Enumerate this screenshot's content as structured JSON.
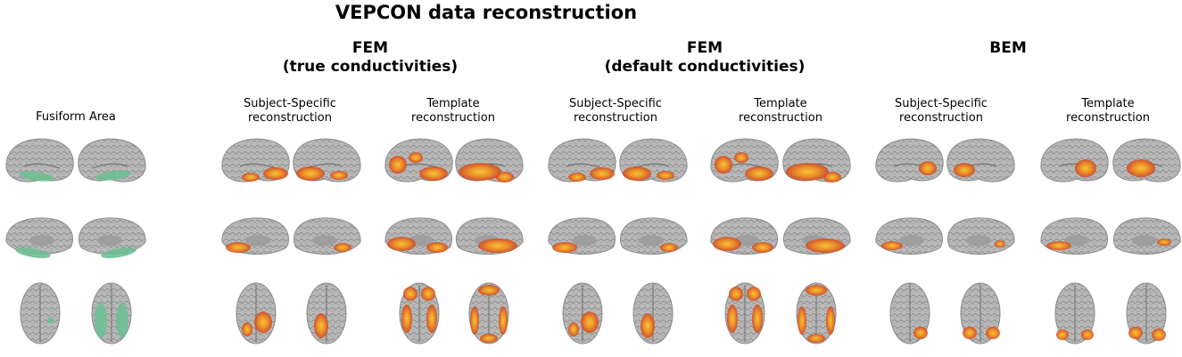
{
  "title": "VEPCON data reconstruction",
  "groups": [
    {
      "line1": "FEM",
      "line2": "(true conductivities)"
    },
    {
      "line1": "FEM",
      "line2": "(default conductivities)"
    },
    {
      "line1": "BEM",
      "line2": ""
    }
  ],
  "fusiform_label": "Fusiform Area",
  "panels": [
    {
      "line1": "Subject-Specific",
      "line2": "reconstruction"
    },
    {
      "line1": "Template",
      "line2": "reconstruction"
    },
    {
      "line1": "Subject-Specific",
      "line2": "reconstruction"
    },
    {
      "line1": "Template",
      "line2": "reconstruction"
    },
    {
      "line1": "Subject-Specific",
      "line2": "reconstruction"
    },
    {
      "line1": "Template",
      "line2": "reconstruction"
    }
  ],
  "colors": {
    "cortex": "#b9b9b9",
    "cortex_dark": "#8c8c8c",
    "fusiform": "#6fbf94",
    "activation_low": "#d2421a",
    "activation_high": "#f7c531"
  }
}
